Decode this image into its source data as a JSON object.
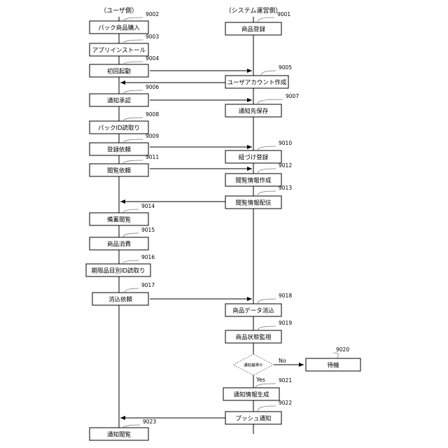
{
  "lanes": {
    "user": "（ユーザ側）",
    "system": "（システム運営側）"
  },
  "user_steps": [
    {
      "id": "9002",
      "label": "パック商品購入"
    },
    {
      "id": "9003",
      "label": "アプリインストール"
    },
    {
      "id": "9004",
      "label": "初回起動"
    },
    {
      "id": "9006",
      "label": "通知承認"
    },
    {
      "id": "9008",
      "label": "パックID読取り"
    },
    {
      "id": "9009",
      "label": "登録依頼"
    },
    {
      "id": "9011",
      "label": "閲覧依頼"
    },
    {
      "id": "9014",
      "label": "備蓄閲覧"
    },
    {
      "id": "9015",
      "label": "商品消費"
    },
    {
      "id": "9016",
      "label": "期限品目別ID読取り"
    },
    {
      "id": "9017",
      "label": "消込依頼"
    },
    {
      "id": "9023",
      "label": "通知閲覧"
    }
  ],
  "system_steps": [
    {
      "id": "9001",
      "label": "商品登録"
    },
    {
      "id": "9005",
      "label": "ユーザアカウント作成"
    },
    {
      "id": "9007",
      "label": "通知先保存"
    },
    {
      "id": "9010",
      "label": "紐づけ登録"
    },
    {
      "id": "9012",
      "label": "閲覧情報作成"
    },
    {
      "id": "9013",
      "label": "閲覧情報配信"
    },
    {
      "id": "9018",
      "label": "商品データ消込"
    },
    {
      "id": "9019",
      "label": "商品状態監視"
    },
    {
      "id": "9021",
      "label": "通知情報生成"
    },
    {
      "id": "9022",
      "label": "プッシュ通知"
    }
  ],
  "decision": {
    "label": "通知基準か",
    "yes": "Yes",
    "no": "No"
  },
  "wait_step": {
    "id": "9020",
    "label": "待機"
  }
}
